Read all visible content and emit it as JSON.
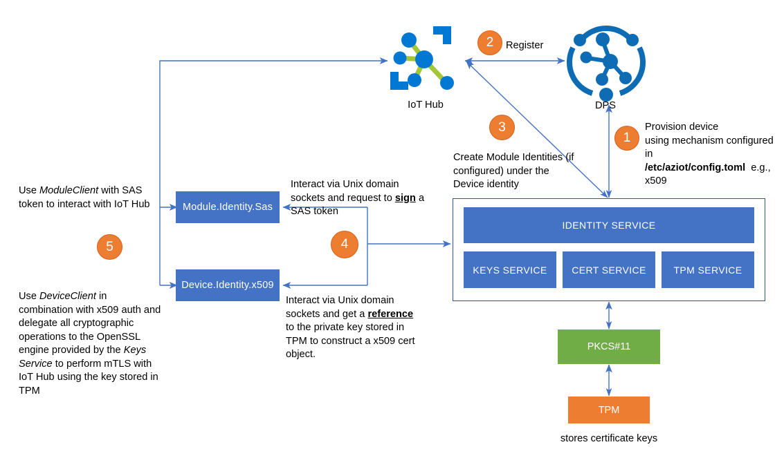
{
  "diagram": {
    "title": "Azure IoT Identity Service provisioning and identity flow",
    "colors": {
      "blue_box": "#4472C4",
      "green_box": "#70AD47",
      "orange_box": "#ED7D31",
      "badge_orange": "#ED7D31",
      "connector_blue": "#4472C4",
      "container_border": "#2E5496",
      "icon_blue": "#0078D4",
      "icon_green": "#A4C639"
    }
  },
  "icons": {
    "iot_hub": {
      "name": "iot-hub-icon",
      "label": "IoT Hub"
    },
    "dps": {
      "name": "dps-icon",
      "label": "DPS"
    }
  },
  "badges": [
    {
      "id": "1",
      "label": "1"
    },
    {
      "id": "2",
      "label": "2"
    },
    {
      "id": "3",
      "label": "3"
    },
    {
      "id": "4",
      "label": "4"
    },
    {
      "id": "5",
      "label": "5"
    }
  ],
  "connector_labels": {
    "register": "Register"
  },
  "annotations": {
    "step1": {
      "line1": "Provision device",
      "line2": "using mechanism configured in",
      "line3_bold": "/etc/aziot/config.toml",
      "line3_rest": "  e.g., x509"
    },
    "step3": "Create Module Identities (if configured) under the Device identity",
    "module_client": {
      "pre": "Use ",
      "em": "ModuleClient",
      "post": " with SAS token to interact with IoT Hub"
    },
    "sign_note": {
      "pre": "Interact via Unix domain sockets and request to ",
      "em": "sign",
      "post": " a SAS token"
    },
    "reference_note": {
      "pre": "Interact via Unix domain sockets and get a ",
      "em": "reference",
      "post": " to the private key stored in TPM to construct a x509 cert object."
    },
    "device_client": {
      "p1": "Use ",
      "em1": "DeviceClient",
      "p2": " in combination with x509 auth and delegate all cryptographic operations to the OpenSSL engine provided by the ",
      "em2": "Keys Service",
      "p3": " to perform mTLS with IoT Hub using the key stored in TPM"
    },
    "tpm_caption": "stores certificate keys"
  },
  "identity_boxes": [
    {
      "name": "module-identity",
      "label": "Module.Identity.Sas"
    },
    {
      "name": "device-identity",
      "label": "Device.Identity.x509"
    }
  ],
  "services": {
    "primary": "IDENTITY SERVICE",
    "secondary": [
      {
        "name": "keys-service",
        "label": "KEYS SERVICE"
      },
      {
        "name": "cert-service",
        "label": "CERT SERVICE"
      },
      {
        "name": "tpm-service",
        "label": "TPM SERVICE"
      }
    ]
  },
  "hardware": [
    {
      "name": "pkcs11",
      "label": "PKCS#11"
    },
    {
      "name": "tpm",
      "label": "TPM"
    }
  ]
}
